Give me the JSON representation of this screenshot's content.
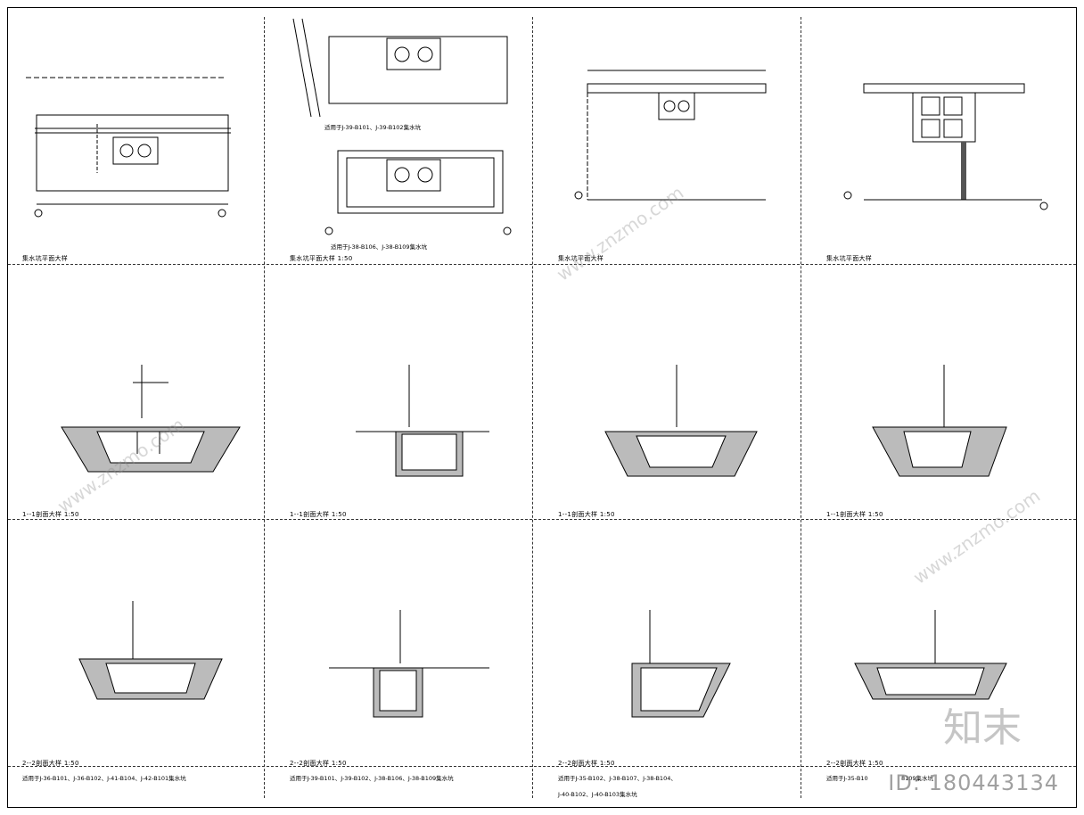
{
  "panels": {
    "plan_captions": [
      "集水坑平面大样",
      "集水坑平面大样 1:50",
      "集水坑平面大样",
      "集水坑平面大样"
    ],
    "inset_labels": [
      "适用于J-39-B101、J-39-B102集水坑",
      "适用于J-38-B106、J-38-B109集水坑"
    ],
    "section1_captions": [
      "1--1剖面大样 1:50",
      "1--1剖面大样 1:50",
      "1--1剖面大样 1:50",
      "1--1剖面大样 1:50"
    ],
    "section2_captions": [
      "2--2剖面大样 1:50",
      "2--2剖面大样 1:50",
      "2--2剖面大样 1:50",
      "2--2剖面大样 1:50"
    ],
    "apply_notes": [
      "适用于J-36-B101、J-36-B102、J-41-B104、J-42-B101集水坑",
      "适用于J-39-B101、J-39-B102、J-38-B106、J-38-B109集水坑",
      "适用于J-35-B102、J-38-B107、J-38-B104、",
      "适用于J-35-B10"
    ],
    "apply_note_line2": "J-40-B102、J-40-B103集水坑",
    "apply_note_tail": "8109集水坑"
  },
  "watermark": {
    "brand": "知末",
    "site": "www.znzmo.com",
    "id": "ID: 180443134"
  }
}
